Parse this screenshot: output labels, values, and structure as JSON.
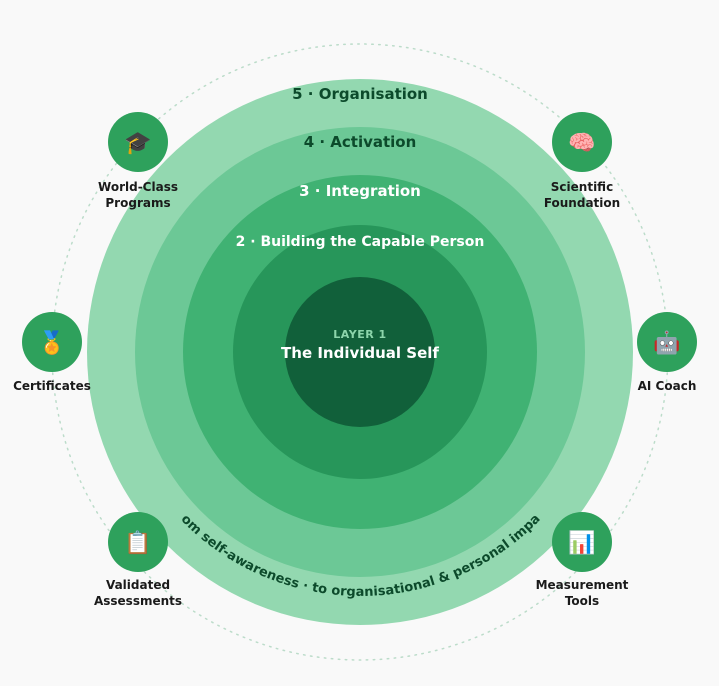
{
  "colors": {
    "background": "#f9f9f9",
    "ring5": "#93d8b0",
    "ring4": "#6cc896",
    "ring3": "#40b273",
    "ring2": "#27965a",
    "core": "#11603a",
    "node_fill": "#2ea15c",
    "dark_text": "#0c4a2b",
    "light_text": "#ffffff",
    "core_small_text": "#8cd5ab",
    "dotted_orbit": "#bcdcca"
  },
  "rings": [
    {
      "label": "5 · Organisation"
    },
    {
      "label": "4 · Activation"
    },
    {
      "label": "3 · Integration"
    },
    {
      "label": "2 · Building the Capable Person"
    }
  ],
  "core": {
    "small_label": "LAYER 1",
    "title": "The Individual Self"
  },
  "arc_caption": "From self-awareness · to organisational & personal impact",
  "nodes": [
    {
      "id": "world-class-programs",
      "icon": "graduation-cap-icon",
      "glyph": "🎓",
      "label_lines": [
        "World-Class",
        "Programs"
      ]
    },
    {
      "id": "scientific-foundation",
      "icon": "brain-icon",
      "glyph": "🧠",
      "label_lines": [
        "Scientific",
        "Foundation"
      ]
    },
    {
      "id": "certificates",
      "icon": "medal-icon",
      "glyph": "🏅",
      "label_lines": [
        "Certificates"
      ]
    },
    {
      "id": "ai-coach",
      "icon": "robot-icon",
      "glyph": "🤖",
      "label_lines": [
        "AI Coach"
      ]
    },
    {
      "id": "validated-assessments",
      "icon": "clipboard-icon",
      "glyph": "📋",
      "label_lines": [
        "Validated",
        "Assessments"
      ]
    },
    {
      "id": "measurement-tools",
      "icon": "bar-chart-icon",
      "glyph": "📊",
      "label_lines": [
        "Measurement",
        "Tools"
      ]
    }
  ]
}
